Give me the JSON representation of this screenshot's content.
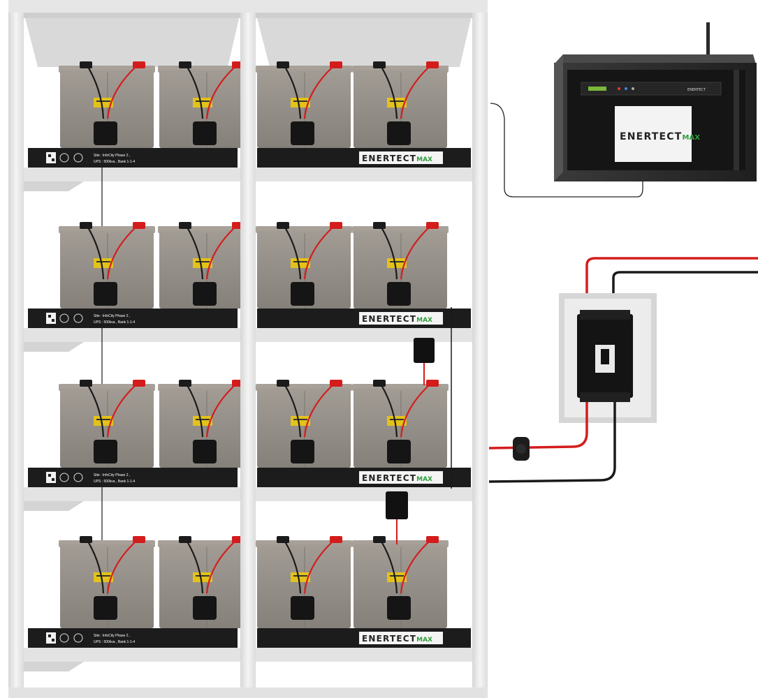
{
  "brand": {
    "main": "ENERTECT",
    "suffix": "MAX"
  },
  "shelves": [
    {
      "tier": 1,
      "site_line": "Site : InfoCity Phase 2 ,",
      "ups_line": "UPS : 500kva , Bank 1-1-4"
    },
    {
      "tier": 2,
      "site_line": "Site : InfoCity Phase 2 ,",
      "ups_line": "UPS : 500kva , Bank 1-1-4"
    },
    {
      "tier": 3,
      "site_line": "Site : InfoCity Phase 2 ,",
      "ups_line": "UPS : 500kva , Bank 1-1-4"
    },
    {
      "tier": 4,
      "site_line": "Site : InfoCity Phase 2 ,",
      "ups_line": "UPS : 500kva , Bank 1-1-4"
    }
  ],
  "cabinet": {
    "device_brand": "ENERTECT"
  },
  "colors": {
    "frame": "#ececec",
    "battery": "#8f8982",
    "shelf_beam": "#1c1c1c",
    "cable_red": "#d41c1c",
    "cable_black": "#1a1a1a",
    "brand_green": "#2e9e3a"
  }
}
